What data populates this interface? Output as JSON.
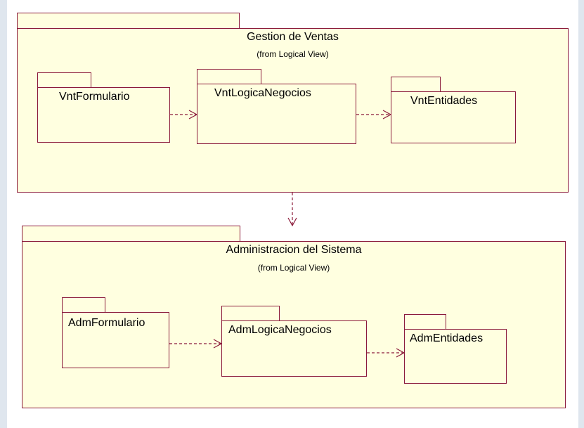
{
  "packages": {
    "gestion_ventas": {
      "title": "Gestion de Ventas",
      "from": "(from Logical View)",
      "children": {
        "formulario": "VntFormulario",
        "logica": "VntLogicaNegocios",
        "entidades": "VntEntidades"
      }
    },
    "administracion": {
      "title": "Administracion del Sistema",
      "from": "(from Logical View)",
      "children": {
        "formulario": "AdmFormulario",
        "logica": "AdmLogicaNegocios",
        "entidades": "AdmEntidades"
      }
    }
  },
  "colors": {
    "package_fill": "#ffffe0",
    "package_border": "#8b1a3a",
    "arrow": "#8b1a3a"
  },
  "dependencies": [
    {
      "from": "VntFormulario",
      "to": "VntLogicaNegocios"
    },
    {
      "from": "VntLogicaNegocios",
      "to": "VntEntidades"
    },
    {
      "from": "Gestion de Ventas",
      "to": "Administracion del Sistema"
    },
    {
      "from": "AdmFormulario",
      "to": "AdmLogicaNegocios"
    },
    {
      "from": "AdmLogicaNegocios",
      "to": "AdmEntidades"
    }
  ]
}
